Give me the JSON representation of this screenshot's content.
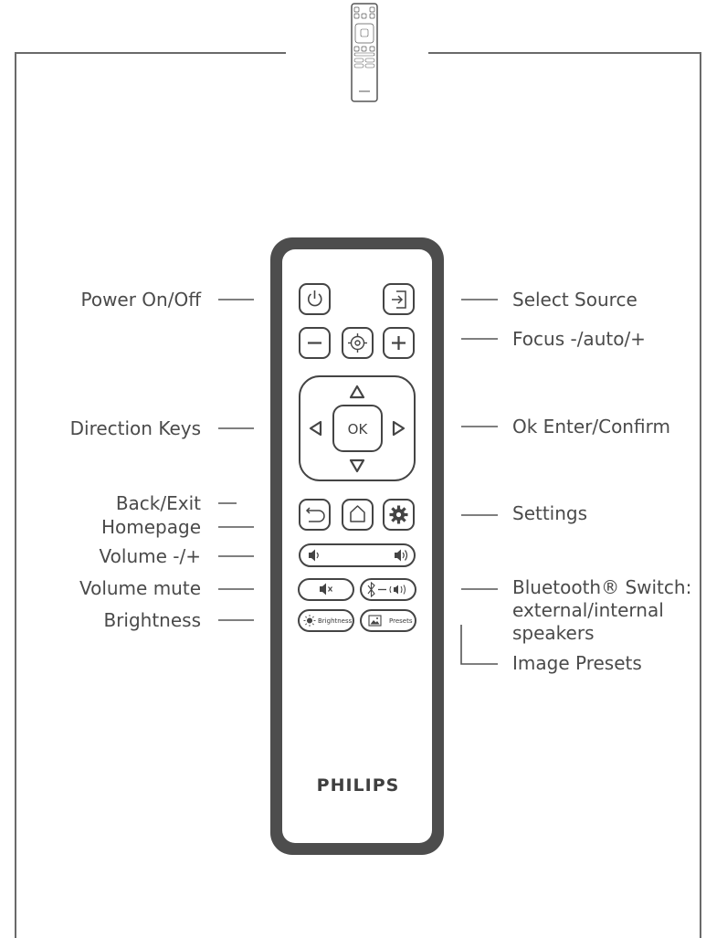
{
  "labels": {
    "power": "Power On/Off",
    "direction": "Direction Keys",
    "back": "Back/Exit",
    "home": "Homepage",
    "volume": "Volume -/+",
    "mute": "Volume mute",
    "brightness": "Brightness",
    "source": "Select Source",
    "focus": "Focus -/auto/+",
    "ok": "Ok Enter/Confirm",
    "settings": "Settings",
    "bluetooth": "Bluetooth® Switch:",
    "bluetooth_line2": "external/internal",
    "bluetooth_line3": "speakers",
    "presets": "Image Presets"
  },
  "remote": {
    "brand": "PHILIPS",
    "ok_key": "OK",
    "brightness_key": "Brightness",
    "presets_key": "Presets"
  },
  "icons": {
    "power": "power-icon",
    "source": "source-input-icon",
    "focus_minus": "minus-icon",
    "focus_auto": "target-icon",
    "focus_plus": "plus-icon",
    "up": "triangle-up-icon",
    "down": "triangle-down-icon",
    "left": "triangle-left-icon",
    "right": "triangle-right-icon",
    "back": "back-arrow-icon",
    "home": "home-icon",
    "settings": "gear-icon",
    "vol_down": "speaker-low-icon",
    "vol_up": "speaker-high-icon",
    "mute": "speaker-mute-icon",
    "bluetooth": "bluetooth-icon",
    "brightness": "sun-icon",
    "presets": "image-icon"
  },
  "colors": {
    "line": "#4a4a4a",
    "remote_outline": "#4d4d4d",
    "text": "#4a4a4a"
  }
}
